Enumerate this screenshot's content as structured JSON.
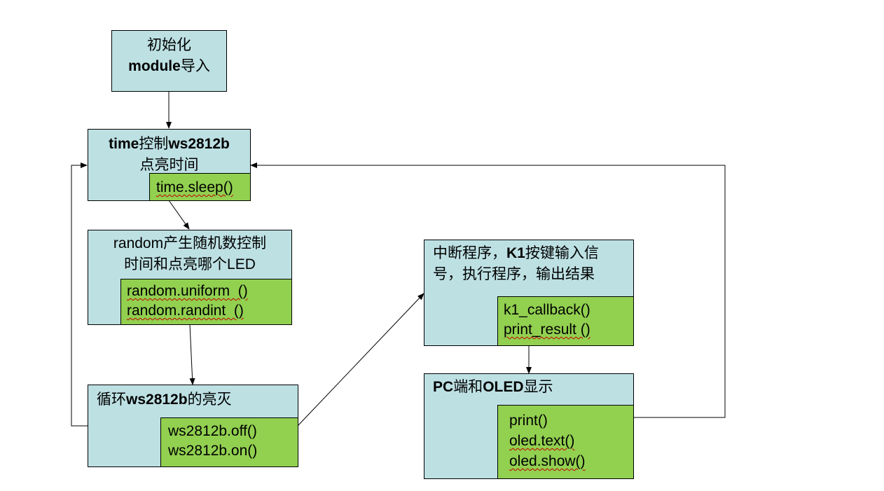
{
  "nodes": {
    "init": {
      "line1": "初始化",
      "line2_bold": "module",
      "line2_rest": "导入"
    },
    "time_ctrl": {
      "bold1": "time",
      "mid": "控制",
      "bold2": "ws2812b",
      "line2": "点亮时间",
      "funcs": [
        "time.sleep()"
      ]
    },
    "random_ctrl": {
      "line1": "random产生随机数控制",
      "line2": "时间和点亮哪个LED",
      "funcs": [
        "random.uniform  ()",
        "random.randint  ()"
      ]
    },
    "loop": {
      "pre": "循环",
      "bold": "ws2812b",
      "post": "的亮灭",
      "funcs": [
        "ws2812b.off()",
        "ws2812b.on()"
      ]
    },
    "interrupt": {
      "pre": "中断程序，",
      "bold": "K1",
      "post": "按键输入信",
      "line2": "号，执行程序，输出结果",
      "funcs": [
        "k1_callback()",
        "print_result ()"
      ]
    },
    "display": {
      "bold1": "PC",
      "mid": "端和",
      "bold2": "OLED",
      "post": "显示",
      "funcs": [
        "print()",
        "oled.text()",
        "oled.show()"
      ]
    }
  },
  "colors": {
    "box_fill": "#bde0e3",
    "func_fill": "#92d050",
    "border": "#000000",
    "spell_underline": "#c00000"
  }
}
